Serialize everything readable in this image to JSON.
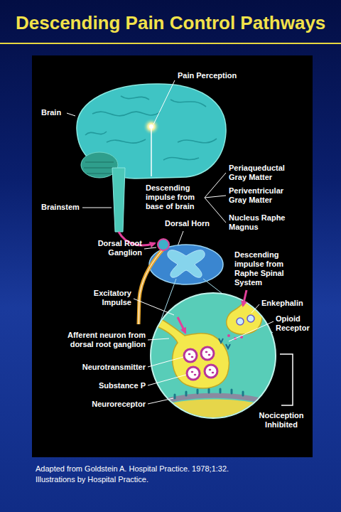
{
  "diagram": {
    "title": "Descending Pain Control Pathways",
    "caption": "Adapted from Goldstein A. Hospital Practice. 1978;1:32.",
    "labels": [
      "Brain",
      "Pain Perception",
      "Brainstem",
      "Descending impulse from base of brain",
      "Periaqueductal Gray Matter",
      "Periventricular Gray Matter",
      "Nucleus Raphe Magnus",
      "Dorsal Horn",
      "Dorsal Root Ganglion",
      "Descending impulse from Raphe Spinal System",
      "Enkephalin",
      "Opioid Receptor",
      "Excitatory Impulse",
      "Afferent neuron from dorsal root ganglion",
      "Neurotransmitter",
      "Substance P",
      "Neuroreceptor",
      "Nociception Inhibited",
      "Illustrations by Hospital Practice."
    ]
  }
}
